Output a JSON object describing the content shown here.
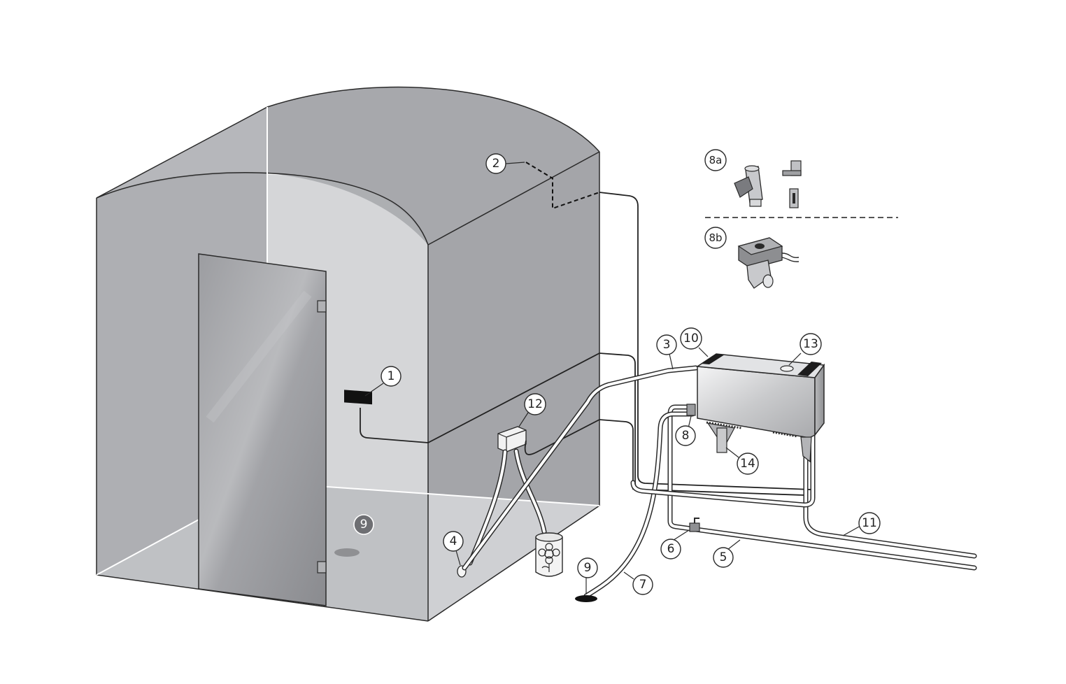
{
  "callouts": {
    "c1": "1",
    "c2": "2",
    "c3": "3",
    "c4": "4",
    "c5": "5",
    "c6": "6",
    "c7": "7",
    "c8": "8",
    "c8a": "8a",
    "c8b": "8b",
    "c9_room": "9",
    "c9_floor": "9",
    "c10": "10",
    "c11": "11",
    "c12": "12",
    "c13": "13",
    "c14": "14"
  },
  "colors": {
    "room_wall": "#a3a4a8",
    "room_front": "#b2b3b7",
    "room_floor": "#cfd0d3",
    "door_glass": "#8d8e92",
    "steel": "#d9dadc",
    "line": "#2a2a2a"
  }
}
